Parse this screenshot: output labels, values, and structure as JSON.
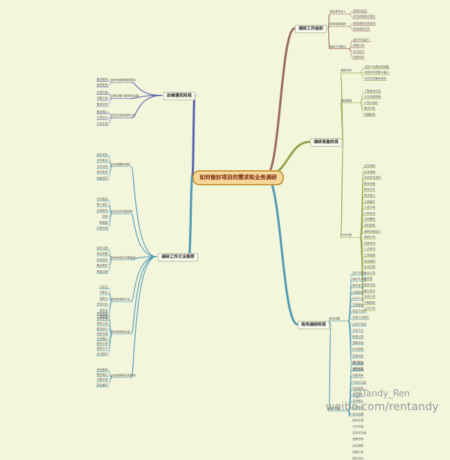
{
  "root": {
    "label": "如何做好项目的需求和业务调研"
  },
  "colors": {
    "background": "#f4f6dc",
    "branch1": "#9c6b5a",
    "branch2": "#8fa64a",
    "branch3": "#4f9ab5",
    "branch4": "#4f9ab5",
    "branch5": "#5b63b0",
    "branch6": "#a08a8a"
  },
  "branches": [
    {
      "label": "调研工作组织",
      "groups": [
        {
          "label": "高层领导导入",
          "items": [
            "领导作动员",
            "项目经理责任落实"
          ]
        },
        {
          "label": "现场调研组织",
          "items": [
            "现场调研计划安排",
            "现场调研方案"
          ]
        },
        {
          "label": "调研工作要点",
          "items": [
            "面对不同部门",
            "把握主线",
            "关注变化",
            "控制时间"
          ]
        }
      ]
    },
    {
      "label": "调研准备阶段",
      "groups": [
        {
          "label": "调研目的",
          "items": [
            "对用户有需求的理解",
            "对需求的理解与确认",
            "对项目的整体规划"
          ]
        },
        {
          "label": "调研提纲",
          "items": [
            "了解基本信息",
            "业务流程梳理",
            "计划与组织",
            "需求列表",
            "明确职责"
          ]
        },
        {
          "label": "工作内容",
          "items": [
            "业务调研",
            "技术调研",
            "系统现状调研",
            "需求收集",
            "需求分析",
            "需求确认",
            "方案编写",
            "方案评审",
            "计划安排",
            "文档整理",
            "资料准备",
            "调研问卷设计",
            "调研计划",
            "进度安排",
            "人员安排",
            "工具准备",
            "现场调研",
            "会议纪要",
            "访谈记录",
            "流程图",
            "需求文档",
            "确认签字",
            "总结汇报",
            "问题跟踪",
            "公司介绍"
          ]
        }
      ]
    },
    {
      "label": "现场调研阶段",
      "groups": [
        {
          "label": "常见问题",
          "items": [
            "用户不配合",
            "需求不清晰",
            "需求变化",
            "沟通困难",
            "时间不足",
            "范围蔓延",
            "高层不支持",
            "关键人员缺失",
            "业务不熟悉",
            "文档不全",
            "期望过高",
            "预算有限",
            "技术限制",
            "资源冲突",
            "部门利益",
            "调研深度"
          ]
        },
        {
          "label": "应对策略",
          "items": [
            "高层推动",
            "会前准备",
            "问题清单",
            "引导式访谈",
            "现场观察",
            "原型演示",
            "及时确认",
            "记录规范",
            "多次沟通",
            "双向反馈",
            "分步实施",
            "设定优先级",
            "变更控制",
            "风险预警",
            "定期汇报",
            "团队协作"
          ]
        }
      ]
    },
    {
      "label": "调研工作方法推荐",
      "groups": [
        {
          "label": "业务域整体调研",
          "items": [
            "组织结构",
            "业务概况",
            "业务流程",
            "岗位职责",
            "制度规范"
          ]
        },
        {
          "label": "业务活动详细调研",
          "items": [
            "活动描述",
            "输入输出",
            "处理规则",
            "频率",
            "数据量",
            "异常处理"
          ]
        },
        {
          "label": "现有的相关问题推荐",
          "items": [
            "现状问题",
            "改进期望",
            "系统现状",
            "集成需求",
            "数据迁移"
          ]
        },
        {
          "label": "常用的调研方法",
          "items": [
            "访谈法",
            "问卷法",
            "观察法",
            "文档分析",
            "原型法",
            "会议法"
          ]
        },
        {
          "label": "如何有效的访谈",
          "items": [
            "提前准备",
            "营造氛围",
            "倾听记录",
            "提问技巧",
            "控制节奏",
            "总结确认",
            "跟进反馈",
            "避免引导",
            "关注细节"
          ]
        },
        {
          "label": "访谈和调研后续跟进",
          "items": [
            "资料整理",
            "需求确认",
            "问题反馈",
            "报告编写"
          ]
        }
      ]
    },
    {
      "label": "后续落实阶段",
      "groups": [
        {
          "label": "如何有效的跟踪落实",
          "items": [
            "需求跟踪",
            "变更管理"
          ]
        },
        {
          "label": "后期问题与需求的沟通",
          "items": [
            "定期沟通",
            "问题记录",
            "需求补充"
          ]
        },
        {
          "label": "项目后续阶段的工作",
          "items": [
            "需求确认",
            "方案设计",
            "开发实施"
          ]
        }
      ]
    }
  ],
  "watermark": {
    "text": "@Tandy_Ren",
    "url": "weibo.com/rentandy"
  }
}
